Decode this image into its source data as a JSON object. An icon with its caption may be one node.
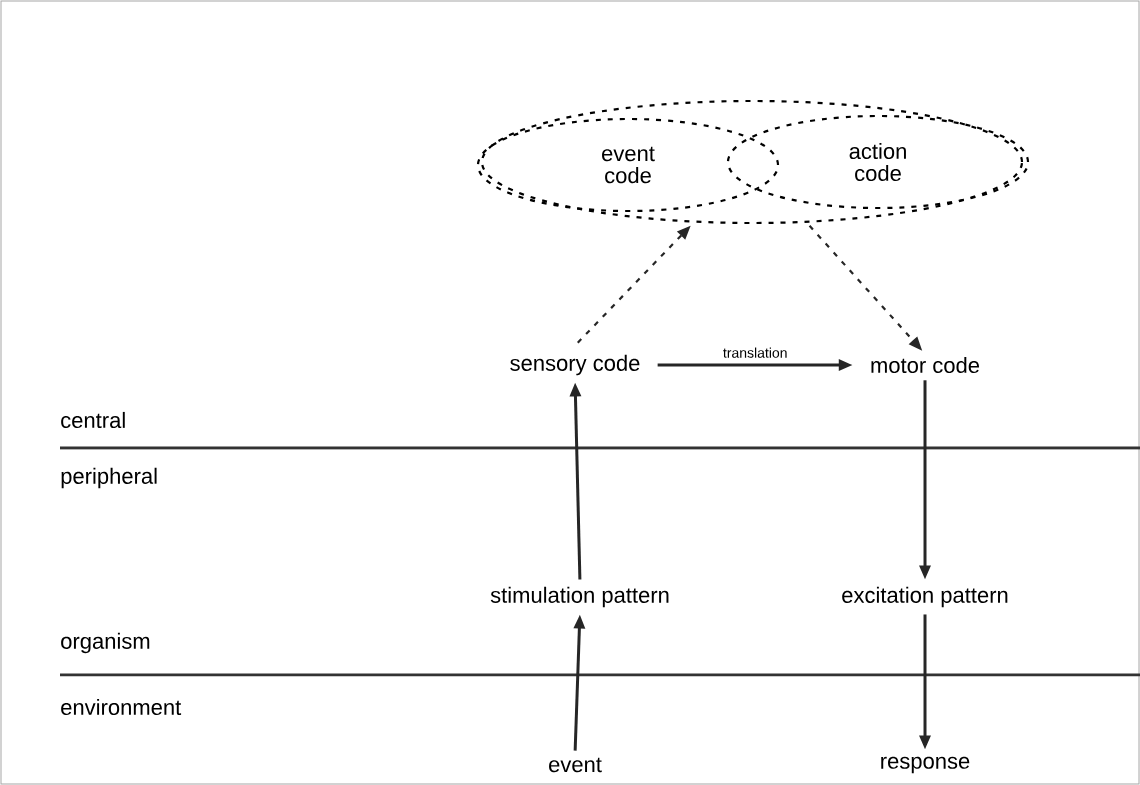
{
  "diagram": {
    "nodes": [
      {
        "text": [],
        "shape": "ellipse"
      },
      {
        "text": [
          "event code"
        ],
        "in": 0
      },
      {
        "text": [
          "action code"
        ],
        "in": 0
      },
      {
        "text": [
          "sensory code"
        ]
      },
      {
        "text": [
          "motor code"
        ]
      },
      {
        "text": [
          "stimulation pattern"
        ]
      },
      {
        "text": [
          "excitation pattern"
        ]
      },
      {
        "text": [
          "event"
        ]
      },
      {
        "text": [
          "response"
        ]
      }
    ],
    "edges": [
      {
        "from": 3,
        "to": 0,
        "arrow": "to",
        "style": "dashed"
      },
      {
        "from": 0,
        "to": 4,
        "arrow": "to",
        "style": "dashed"
      },
      {
        "from": 3,
        "to": 4,
        "arrow": "to",
        "label": "translation"
      },
      {
        "from": 5,
        "to": 3,
        "arrow": "to"
      },
      {
        "from": 4,
        "to": 6,
        "arrow": "to"
      },
      {
        "from": 7,
        "to": 5,
        "arrow": "to"
      },
      {
        "from": 6,
        "to": 8,
        "arrow": "to"
      }
    ],
    "labels": [
      "central",
      "peripheral",
      "organism",
      "environment"
    ]
  }
}
